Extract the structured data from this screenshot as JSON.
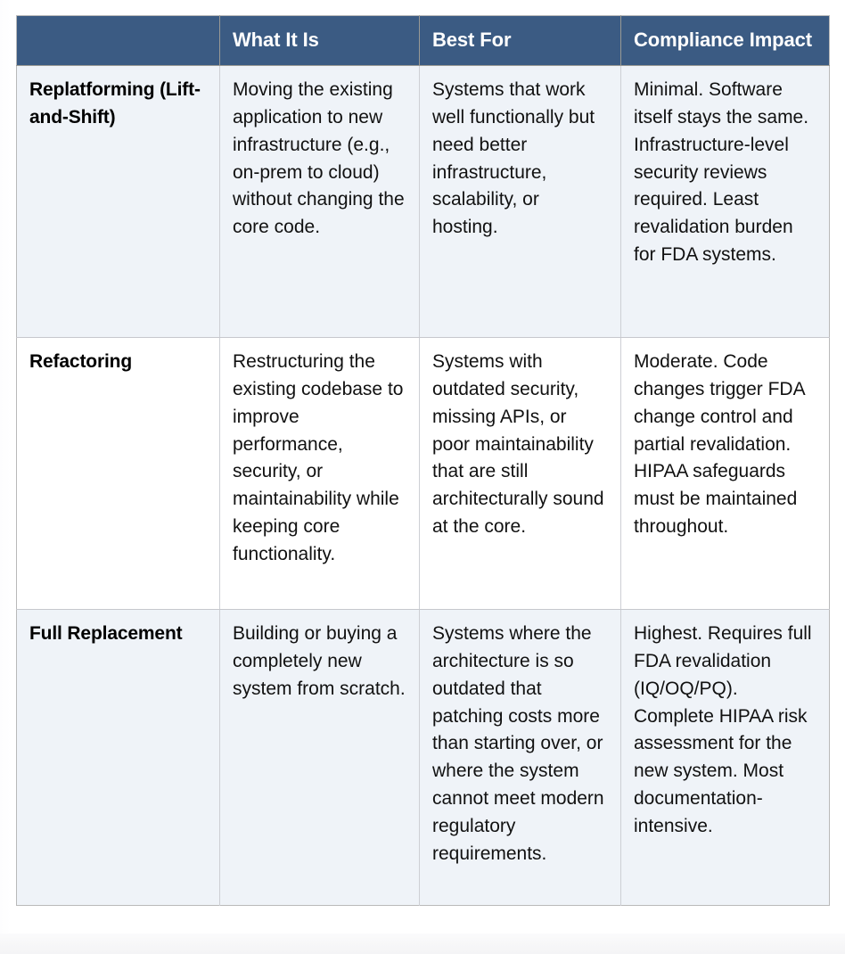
{
  "table": {
    "headers": [
      {
        "label": ""
      },
      {
        "label": "What It Is"
      },
      {
        "label": "Best For"
      },
      {
        "label": "Compliance Impact"
      }
    ],
    "rows": [
      {
        "approach": "Replatforming (Lift-and-Shift)",
        "what_it_is": "Moving the existing application to new infrastructure (e.g., on-prem to cloud) without changing the core code.",
        "best_for": "Systems that work well functionally but need better infrastructure, scalability, or hosting.",
        "compliance_impact": "Minimal. Software itself stays the same. Infrastructure-level security reviews required. Least revalidation burden for FDA systems."
      },
      {
        "approach": "Refactoring",
        "what_it_is": "Restructuring the existing codebase to improve performance, security, or maintainability while keeping core functionality.",
        "best_for": "Systems with outdated security, missing APIs, or poor maintainability that are still architecturally sound at the core.",
        "compliance_impact": "Moderate. Code changes trigger FDA change control and partial revalidation. HIPAA safeguards must be maintained throughout."
      },
      {
        "approach": "Full Replacement",
        "what_it_is": "Building or buying a completely new system from scratch.",
        "best_for": "Systems where the architecture is so outdated that patching costs more than starting over, or where the system cannot meet modern regulatory requirements.",
        "compliance_impact": "Highest. Requires full FDA revalidation (IQ/OQ/PQ). Complete HIPAA risk assessment for the new system. Most documentation-intensive."
      }
    ]
  },
  "colors": {
    "header_background": "#3b5b83",
    "header_text": "#ffffff",
    "row_tint": "#eff3f8",
    "row_plain": "#ffffff",
    "cell_border": "#cdcfd4",
    "table_border": "#b9b9b9",
    "body_text": "#111111"
  }
}
